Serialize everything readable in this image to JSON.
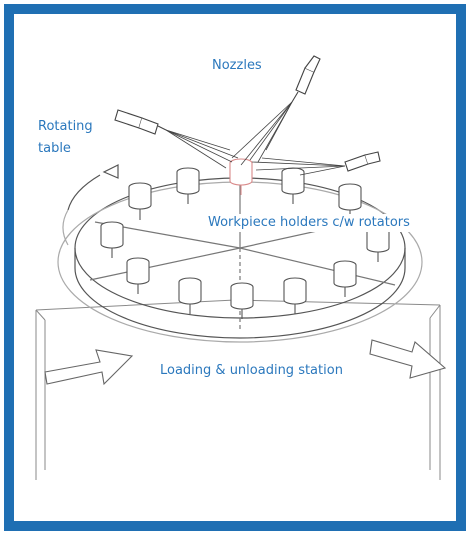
{
  "labels": {
    "nozzles": "Nozzles",
    "rotating_line1": "Rotating",
    "rotating_line2": "table",
    "workpiece_holders": "Workpiece holders c/w rotators",
    "loading_station": "Loading & unloading station"
  },
  "colors": {
    "frame_border": "#1f6fb3",
    "label_text": "#2b78bd",
    "drawing_lines": "#555555",
    "highlighted_holder": "#d98a8a"
  },
  "icons": {
    "rotation_arrow": "curved-arrow-icon",
    "loading_arrow_in": "arrow-right-icon",
    "loading_arrow_out": "arrow-right-icon"
  }
}
